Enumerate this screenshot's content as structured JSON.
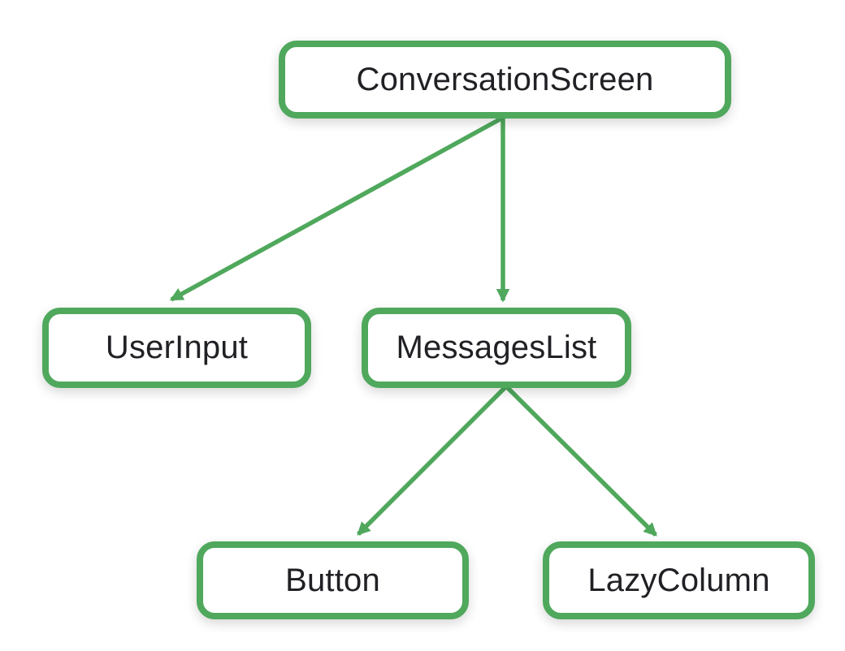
{
  "diagram": {
    "title": "component-tree",
    "nodes": [
      {
        "id": "conversation-screen",
        "label": "ConversationScreen"
      },
      {
        "id": "user-input",
        "label": "UserInput"
      },
      {
        "id": "messages-list",
        "label": "MessagesList"
      },
      {
        "id": "button",
        "label": "Button"
      },
      {
        "id": "lazy-column",
        "label": "LazyColumn"
      }
    ],
    "edges": [
      {
        "from": "ConversationScreen",
        "to": "UserInput"
      },
      {
        "from": "ConversationScreen",
        "to": "MessagesList"
      },
      {
        "from": "MessagesList",
        "to": "Button"
      },
      {
        "from": "MessagesList",
        "to": "LazyColumn"
      }
    ],
    "colors": {
      "node_border": "#4FA85C",
      "arrow": "#4FA85C",
      "node_fill": "#FFFFFF",
      "text": "#202124",
      "background": "#FFFFFF"
    }
  }
}
